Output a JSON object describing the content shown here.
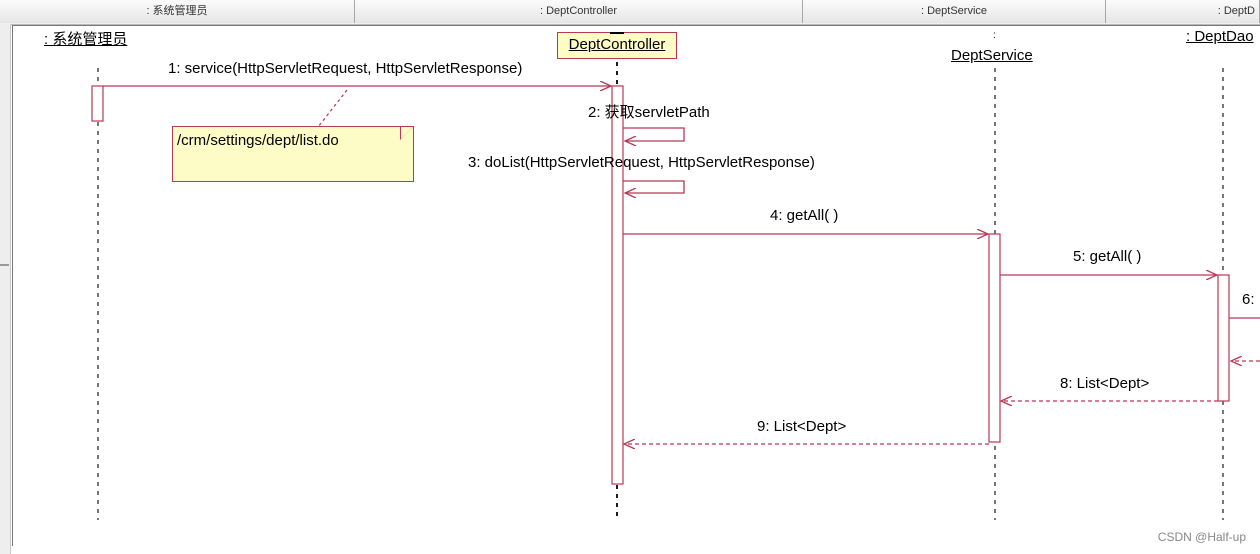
{
  "header": {
    "columns": [
      ": 系统管理员",
      ": DeptController",
      ": DeptService",
      ": DeptD"
    ]
  },
  "lifelines": {
    "admin": ": 系统管理员",
    "controller": "DeptController",
    "service": "DeptService",
    "dao": ": DeptDao",
    "colon_tick": ":"
  },
  "messages": {
    "m1": "1: service(HttpServletRequest, HttpServletResponse)",
    "m2": "2: 获取servletPath",
    "m3": "3: doList(HttpServletRequest, HttpServletResponse)",
    "m4": "4: getAll( )",
    "m5": "5: getAll( )",
    "m6": "6:",
    "m8": "8: List<Dept>",
    "m9": "9: List<Dept>"
  },
  "note": {
    "text": "/crm/settings/dept/list.do"
  },
  "watermark": "CSDN @Half-up",
  "colors": {
    "line": "#b83855",
    "note_fill": "#fdfcc6"
  }
}
